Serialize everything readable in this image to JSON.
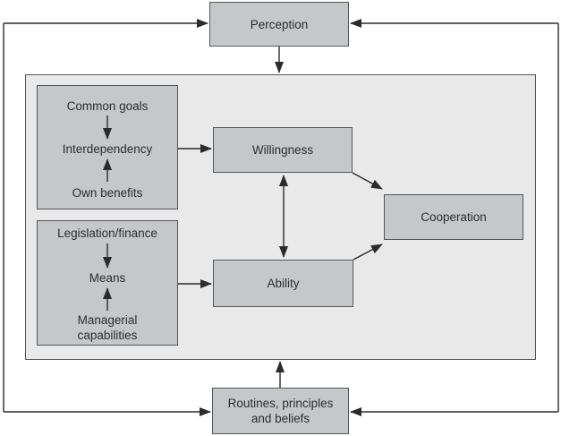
{
  "nodes": {
    "perception": "Perception",
    "willingness": "Willingness",
    "ability": "Ability",
    "cooperation": "Cooperation",
    "routines_line1": "Routines, principles",
    "routines_line2": "and beliefs"
  },
  "willingness_inputs": {
    "top": "Common goals",
    "middle": "Interdependency",
    "bottom": "Own benefits"
  },
  "ability_inputs": {
    "top": "Legislation/finance",
    "middle": "Means",
    "bottom_line1": "Managerial",
    "bottom_line2": "capabilities"
  },
  "colors": {
    "background": "#ffffff",
    "frame_fill": "#e9e9ea",
    "box_fill": "#c6c7c9",
    "border": "#55575a",
    "arrow": "#2b2b2b",
    "text": "#2d2d2d"
  }
}
